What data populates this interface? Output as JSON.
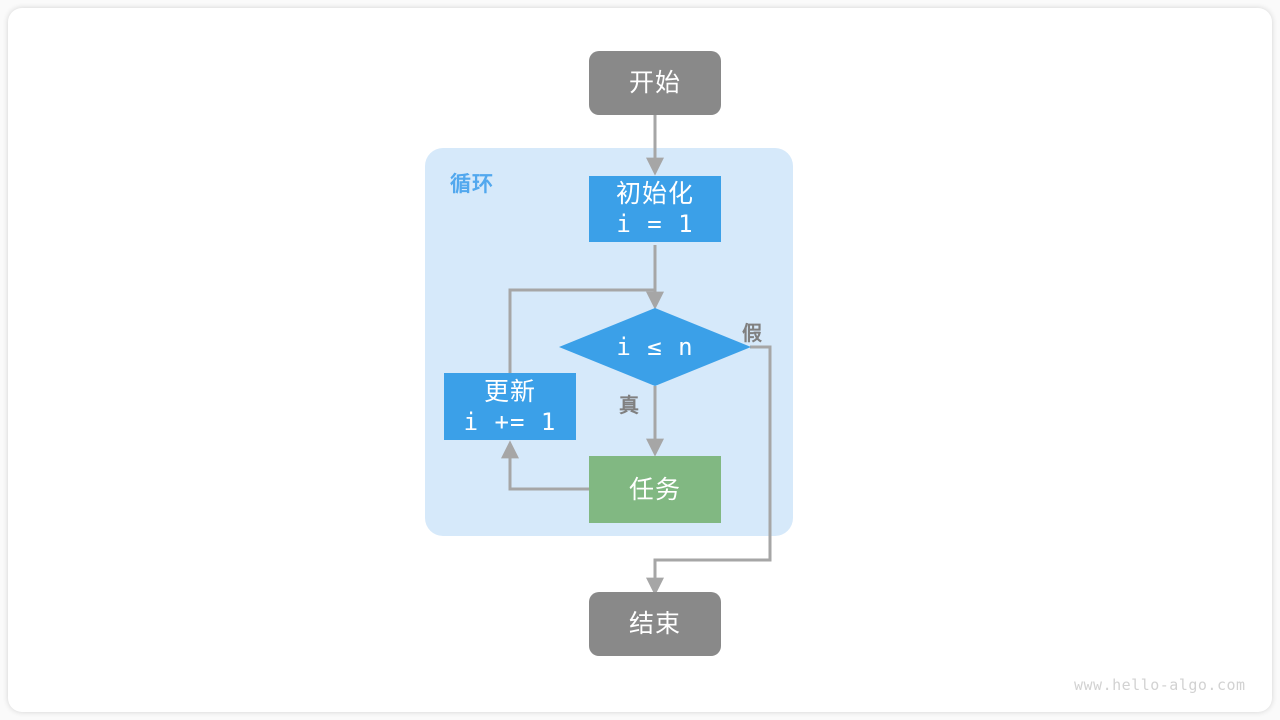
{
  "diagram": {
    "title": "for-loop-flowchart",
    "watermark": "www.hello-algo.com",
    "colors": {
      "terminator": "#898989",
      "process": "#3BA0E8",
      "decision": "#3BA0E8",
      "task": "#81B882",
      "loop_background": "#D6E9FA",
      "loop_title": "#52A8EE",
      "edge": "#A6A6A6",
      "canvas": "#FFFFFF",
      "card": "#FFFFFF"
    },
    "loop_group": {
      "label": "循环"
    },
    "nodes": {
      "start": {
        "label": "开始",
        "shape": "rounded-rectangle"
      },
      "init": {
        "line1": "初始化",
        "line2": "i = 1",
        "shape": "rectangle"
      },
      "condition": {
        "label": "i ≤ n",
        "shape": "diamond"
      },
      "update": {
        "line1": "更新",
        "line2": "i += 1",
        "shape": "rectangle"
      },
      "task": {
        "label": "任务",
        "shape": "rectangle"
      },
      "end": {
        "label": "结束",
        "shape": "rounded-rectangle"
      }
    },
    "edge_labels": {
      "true": "真",
      "false": "假"
    }
  }
}
